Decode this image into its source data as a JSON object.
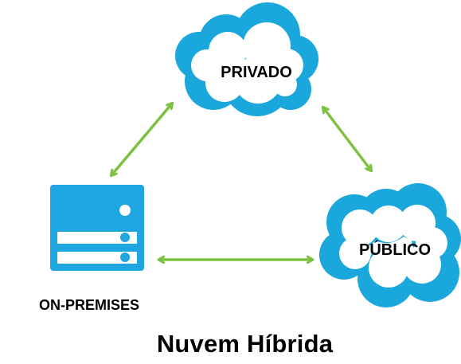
{
  "nodes": {
    "private_cloud": {
      "label": "PRIVADO",
      "icon": "cloud-icon"
    },
    "public_cloud": {
      "label": "PÚBLICO",
      "icon": "cloud-icon"
    },
    "on_premises": {
      "label": "ON-PREMISES",
      "icon": "server-icon"
    }
  },
  "connections": [
    {
      "from": "on_premises",
      "to": "private_cloud",
      "style": "bidirectional"
    },
    {
      "from": "private_cloud",
      "to": "public_cloud",
      "style": "bidirectional"
    },
    {
      "from": "on_premises",
      "to": "public_cloud",
      "style": "bidirectional"
    }
  ],
  "title": "Nuvem Híbrida",
  "colors": {
    "cloud_blue": "#1aa7dc",
    "server_blue": "#1ea6e1",
    "arrow_green": "#7cc142",
    "text": "#000000",
    "background": "#ffffff"
  }
}
